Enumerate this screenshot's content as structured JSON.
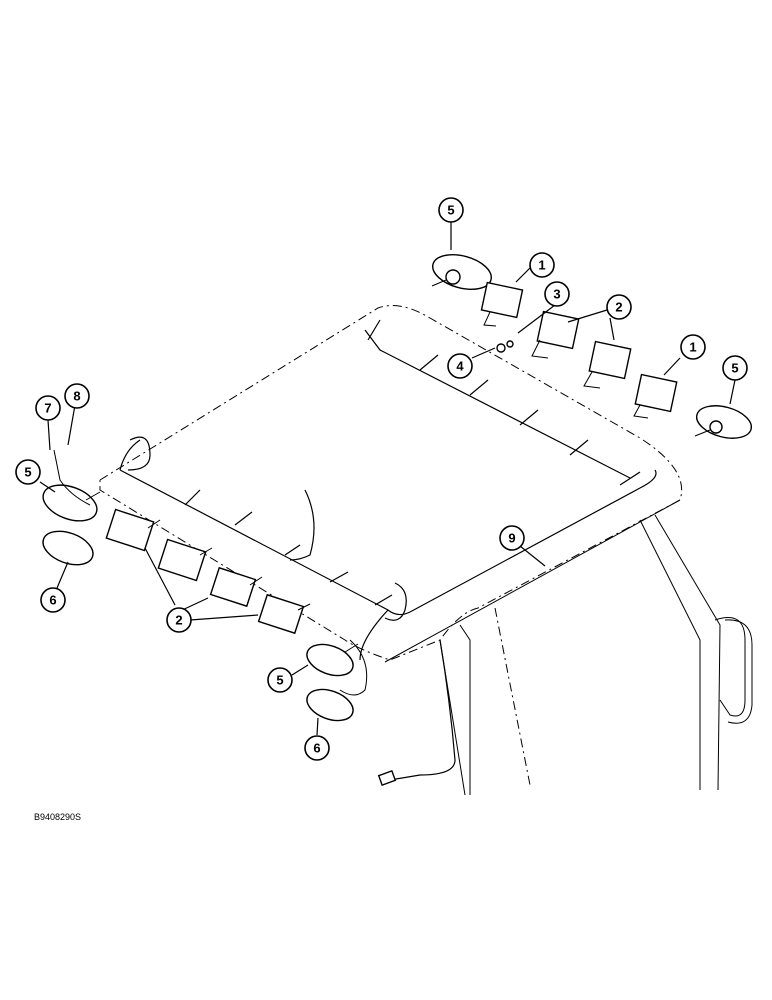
{
  "callouts": [
    {
      "label": "1"
    },
    {
      "label": "1"
    },
    {
      "label": "2"
    },
    {
      "label": "2"
    },
    {
      "label": "3"
    },
    {
      "label": "4"
    },
    {
      "label": "5"
    },
    {
      "label": "5"
    },
    {
      "label": "5"
    },
    {
      "label": "5"
    },
    {
      "label": "6"
    },
    {
      "label": "6"
    },
    {
      "label": "7"
    },
    {
      "label": "8"
    },
    {
      "label": "9"
    }
  ],
  "figure_code": "B9408290S"
}
